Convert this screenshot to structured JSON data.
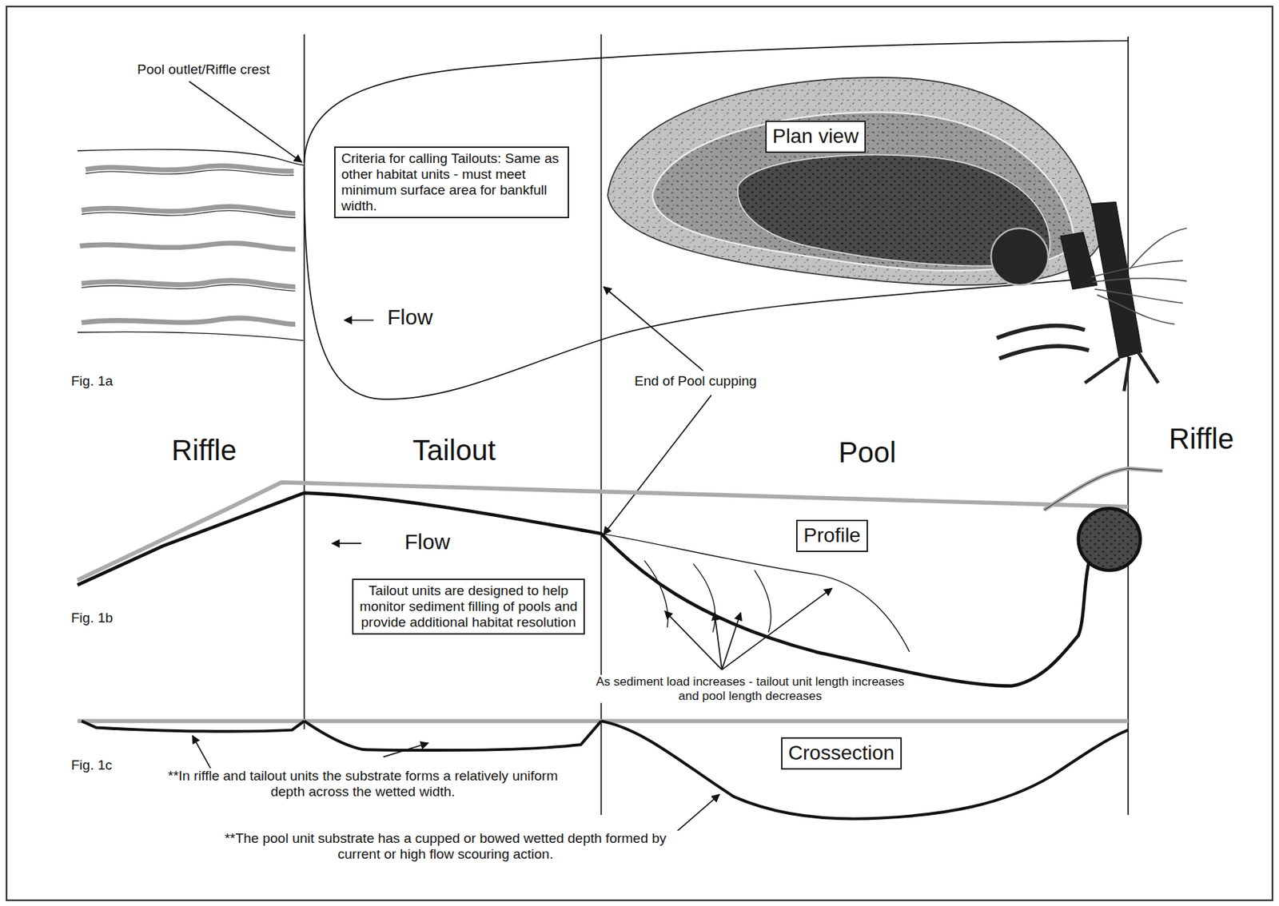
{
  "diagram": {
    "nodes": [
      {
        "text": [
          "Criteria for calling Tailouts: Same as other habitat units - must meet minimum surface area for bankfull width."
        ]
      },
      {
        "text": [
          "Plan view"
        ]
      },
      {
        "text": [
          "Profile"
        ]
      },
      {
        "text": [
          "Tailout units are designed to help monitor sediment filling of pools and provide additional habitat resolution"
        ]
      },
      {
        "text": [
          "Crossection"
        ]
      }
    ],
    "edges": [],
    "labels": [
      "Pool outlet/Riffle crest",
      "Flow",
      "Fig. 1a",
      "End of Pool cupping",
      "Riffle",
      "Tailout",
      "Pool",
      "Riffle",
      "Flow",
      "Fig. 1b",
      "As sediment load increases - tailout unit length increases and pool length decreases",
      "Fig. 1c",
      "**In riffle and tailout units the substrate forms a relatively uniform depth across the wetted width.",
      "**The pool unit substrate has a cupped or bowed wetted depth formed by current or high flow scouring action."
    ]
  }
}
